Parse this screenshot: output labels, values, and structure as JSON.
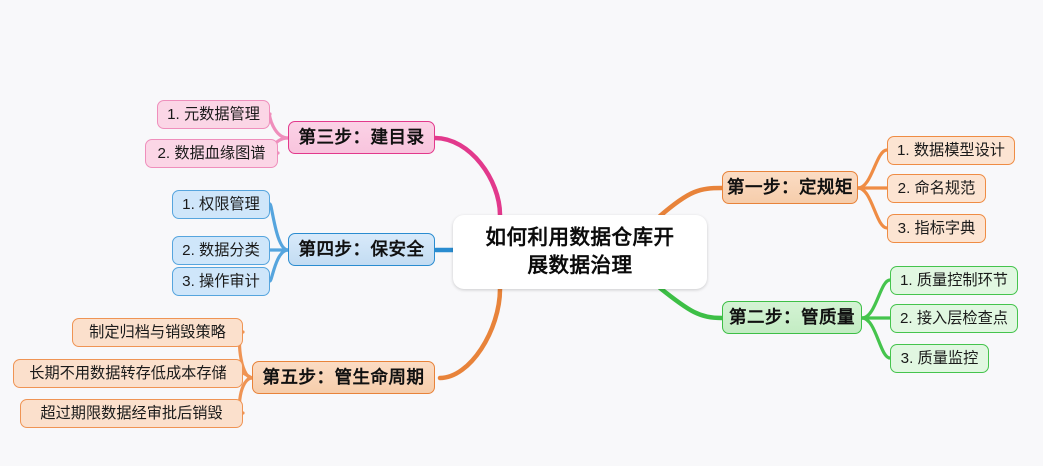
{
  "meta": {
    "type": "mindmap",
    "background_color": "#f8f8fa"
  },
  "central": {
    "name": "central-topic",
    "line1": "如何利用数据仓库开",
    "line2": "展数据治理",
    "full_text": "如何利用数据仓库开展数据治理",
    "background_color": "#ffffff"
  },
  "branches": [
    {
      "id": "step1",
      "label": "第一步：定规矩",
      "side": "right",
      "color": "#e8833a",
      "fill": "#f8d2b4",
      "children": [
        {
          "label": "1. 数据模型设计"
        },
        {
          "label": "2. 命名规范"
        },
        {
          "label": "3. 指标字典"
        }
      ]
    },
    {
      "id": "step2",
      "label": "第二步：管质量",
      "side": "right",
      "color": "#3dbf46",
      "fill": "#cdf0cd",
      "children": [
        {
          "label": "1. 质量控制环节"
        },
        {
          "label": "2. 接入层检查点"
        },
        {
          "label": "3. 质量监控"
        }
      ]
    },
    {
      "id": "step3",
      "label": "第三步：建目录",
      "side": "left",
      "color": "#e2398c",
      "fill": "#f9cbe1",
      "children": [
        {
          "label": "1. 元数据管理"
        },
        {
          "label": "2. 数据血缘图谱"
        }
      ]
    },
    {
      "id": "step4",
      "label": "第四步：保安全",
      "side": "left",
      "color": "#2a8cd0",
      "fill": "#cde3f6",
      "children": [
        {
          "label": "1. 权限管理"
        },
        {
          "label": "2. 数据分类"
        },
        {
          "label": "3. 操作审计"
        }
      ]
    },
    {
      "id": "step5",
      "label": "第五步：管生命周期",
      "side": "left",
      "color": "#e8833a",
      "fill": "#f8d2b4",
      "children": [
        {
          "label": "制定归档与销毁策略"
        },
        {
          "label": "长期不用数据转存低成本存储"
        },
        {
          "label": "超过期限数据经审批后销毁"
        }
      ]
    }
  ]
}
